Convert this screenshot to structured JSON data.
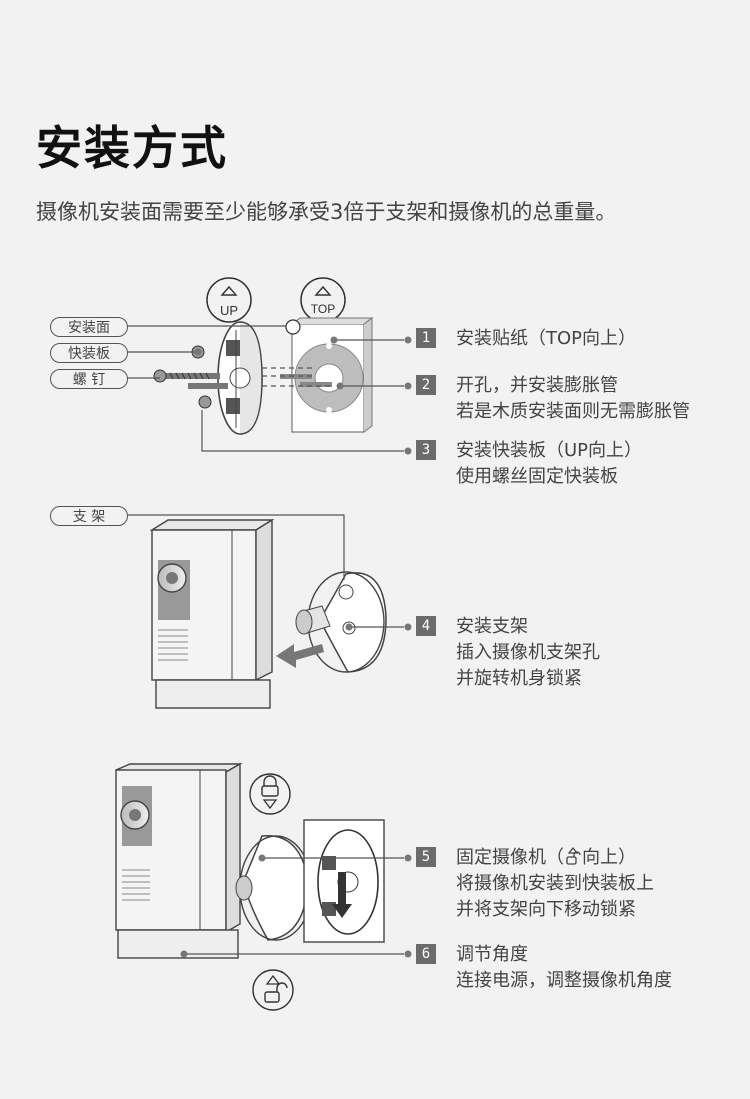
{
  "page": {
    "title": "安装方式",
    "subtitle": "摄像机安装面需要至少能够承受3倍于支架和摄像机的总重量。"
  },
  "labels": {
    "mount_surface": "安装面",
    "quick_plate": "快装板",
    "screw": "螺 钉",
    "bracket": "支 架",
    "up_badge": "UP",
    "top_badge": "TOP"
  },
  "steps": [
    {
      "num": "1",
      "lines": [
        "安装贴纸（TOP向上）"
      ]
    },
    {
      "num": "2",
      "lines": [
        "开孔，并安装膨胀管",
        "若是木质安装面则无需膨胀管"
      ]
    },
    {
      "num": "3",
      "lines": [
        "安装快装板（UP向上）",
        "使用螺丝固定快装板"
      ]
    },
    {
      "num": "4",
      "lines": [
        "安装支架",
        "插入摄像机支架孔",
        "并旋转机身锁紧"
      ]
    },
    {
      "num": "5",
      "line1_prefix": "固定摄像机（",
      "line1_suffix": "向上）",
      "lines": [
        "将摄像机安装到快装板上",
        "并将支架向下移动锁紧"
      ]
    },
    {
      "num": "6",
      "lines": [
        "调节角度",
        "连接电源，调整摄像机角度"
      ]
    }
  ],
  "icons": {
    "up_badge": "arrow-up-badge-icon",
    "top_badge": "arrow-up-badge-icon",
    "lock": "lock-closed-icon",
    "unlock": "lock-open-icon"
  },
  "colors": {
    "background": "#f2f2f2",
    "line": "#555555",
    "step_badge": "#6b6b6b",
    "text": "#444444"
  }
}
